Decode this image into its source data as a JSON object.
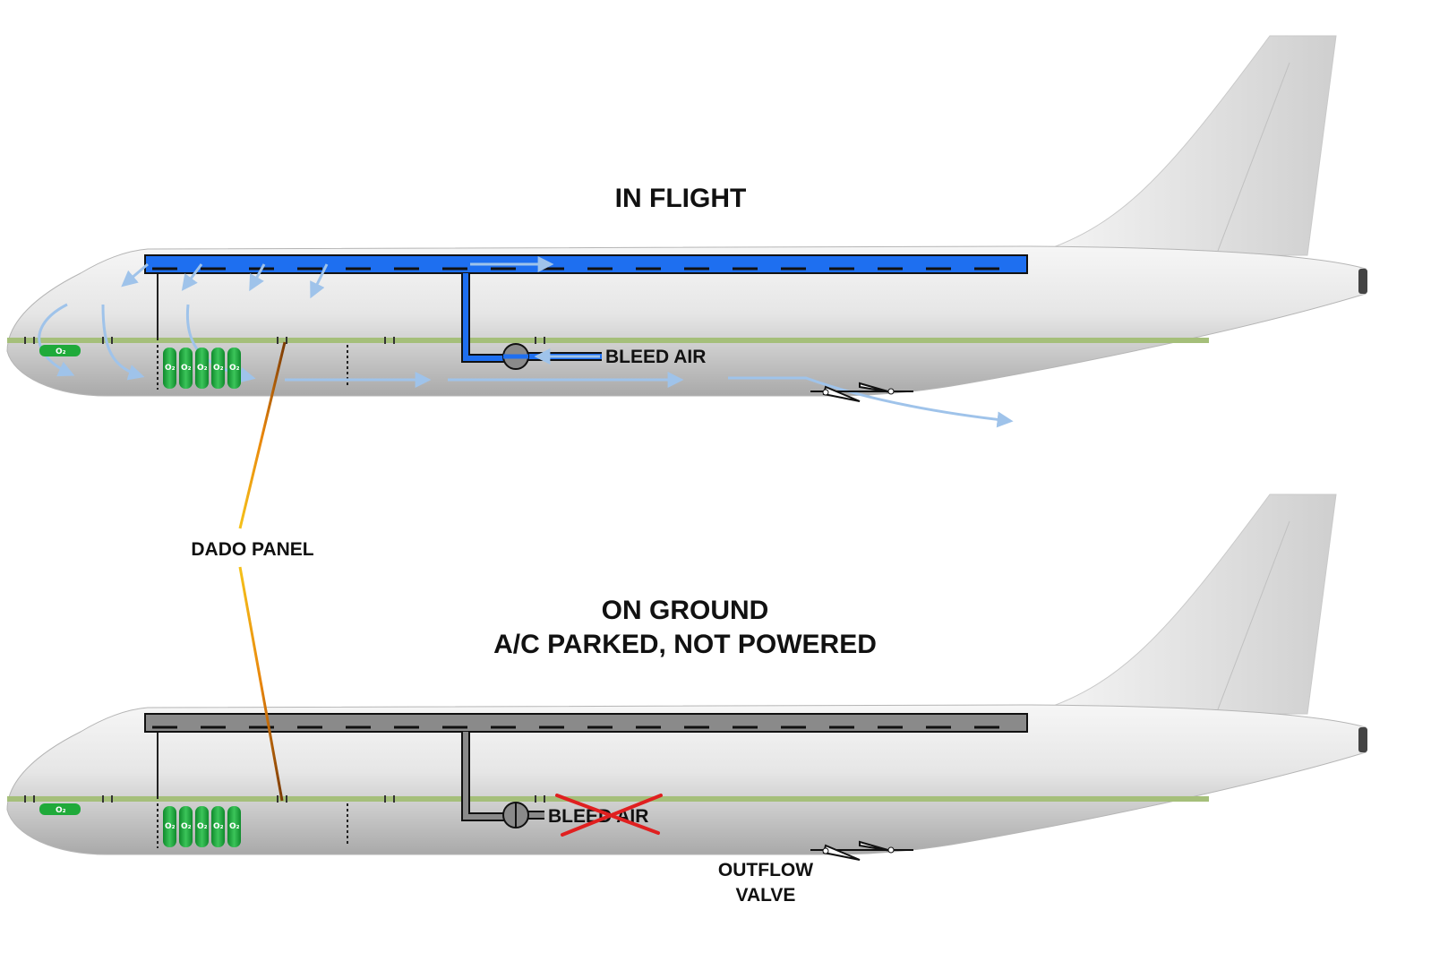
{
  "titles": {
    "in_flight": "IN FLIGHT",
    "on_ground_line1": "ON GROUND",
    "on_ground_line2": "A/C PARKED, NOT POWERED"
  },
  "labels": {
    "bleed_air_top": "BLEED AIR",
    "bleed_air_bottom": "BLEED AIR",
    "dado_panel": "DADO PANEL",
    "outflow_valve_line1": "OUTFLOW",
    "outflow_valve_line2": "VALVE"
  },
  "o2_markers": {
    "cockpit": "O₂",
    "bottles": [
      "O₂",
      "O₂",
      "O₂",
      "O₂",
      "O₂"
    ]
  },
  "colors": {
    "duct_active": "#1e6ff0",
    "duct_inactive": "#8a8a8a",
    "airflow": "#9fc3ea",
    "floor_line": "#a5bf7a",
    "oxygen": "#1faa3a",
    "dado_line": "#e89a10",
    "cross_out": "#e02020",
    "fuselage": "#dcdcdc"
  }
}
